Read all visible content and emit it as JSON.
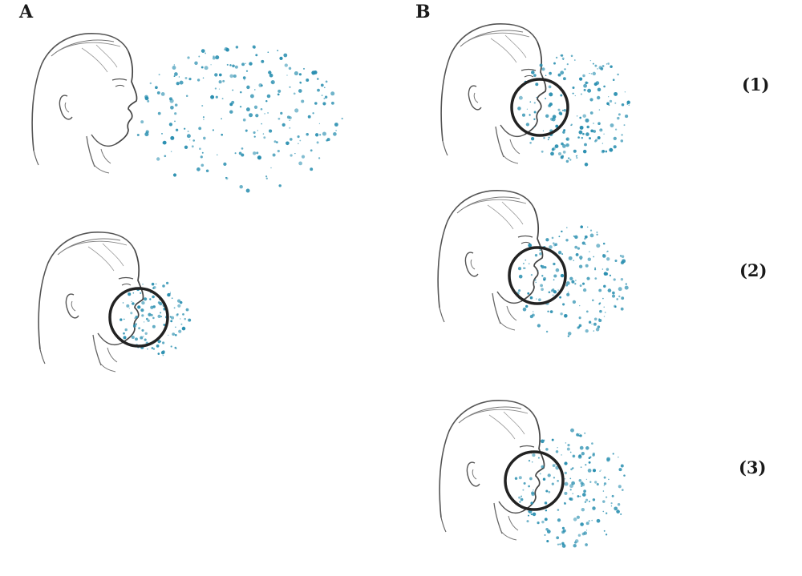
{
  "panels": {
    "a": {
      "label": "A"
    },
    "b": {
      "label": "B"
    }
  },
  "scenario_labels": [
    "(1)",
    "(2)",
    "(3)"
  ],
  "colors": {
    "droplet": "#2a8fb0",
    "outline": "#222222",
    "sketch": "#555555"
  }
}
